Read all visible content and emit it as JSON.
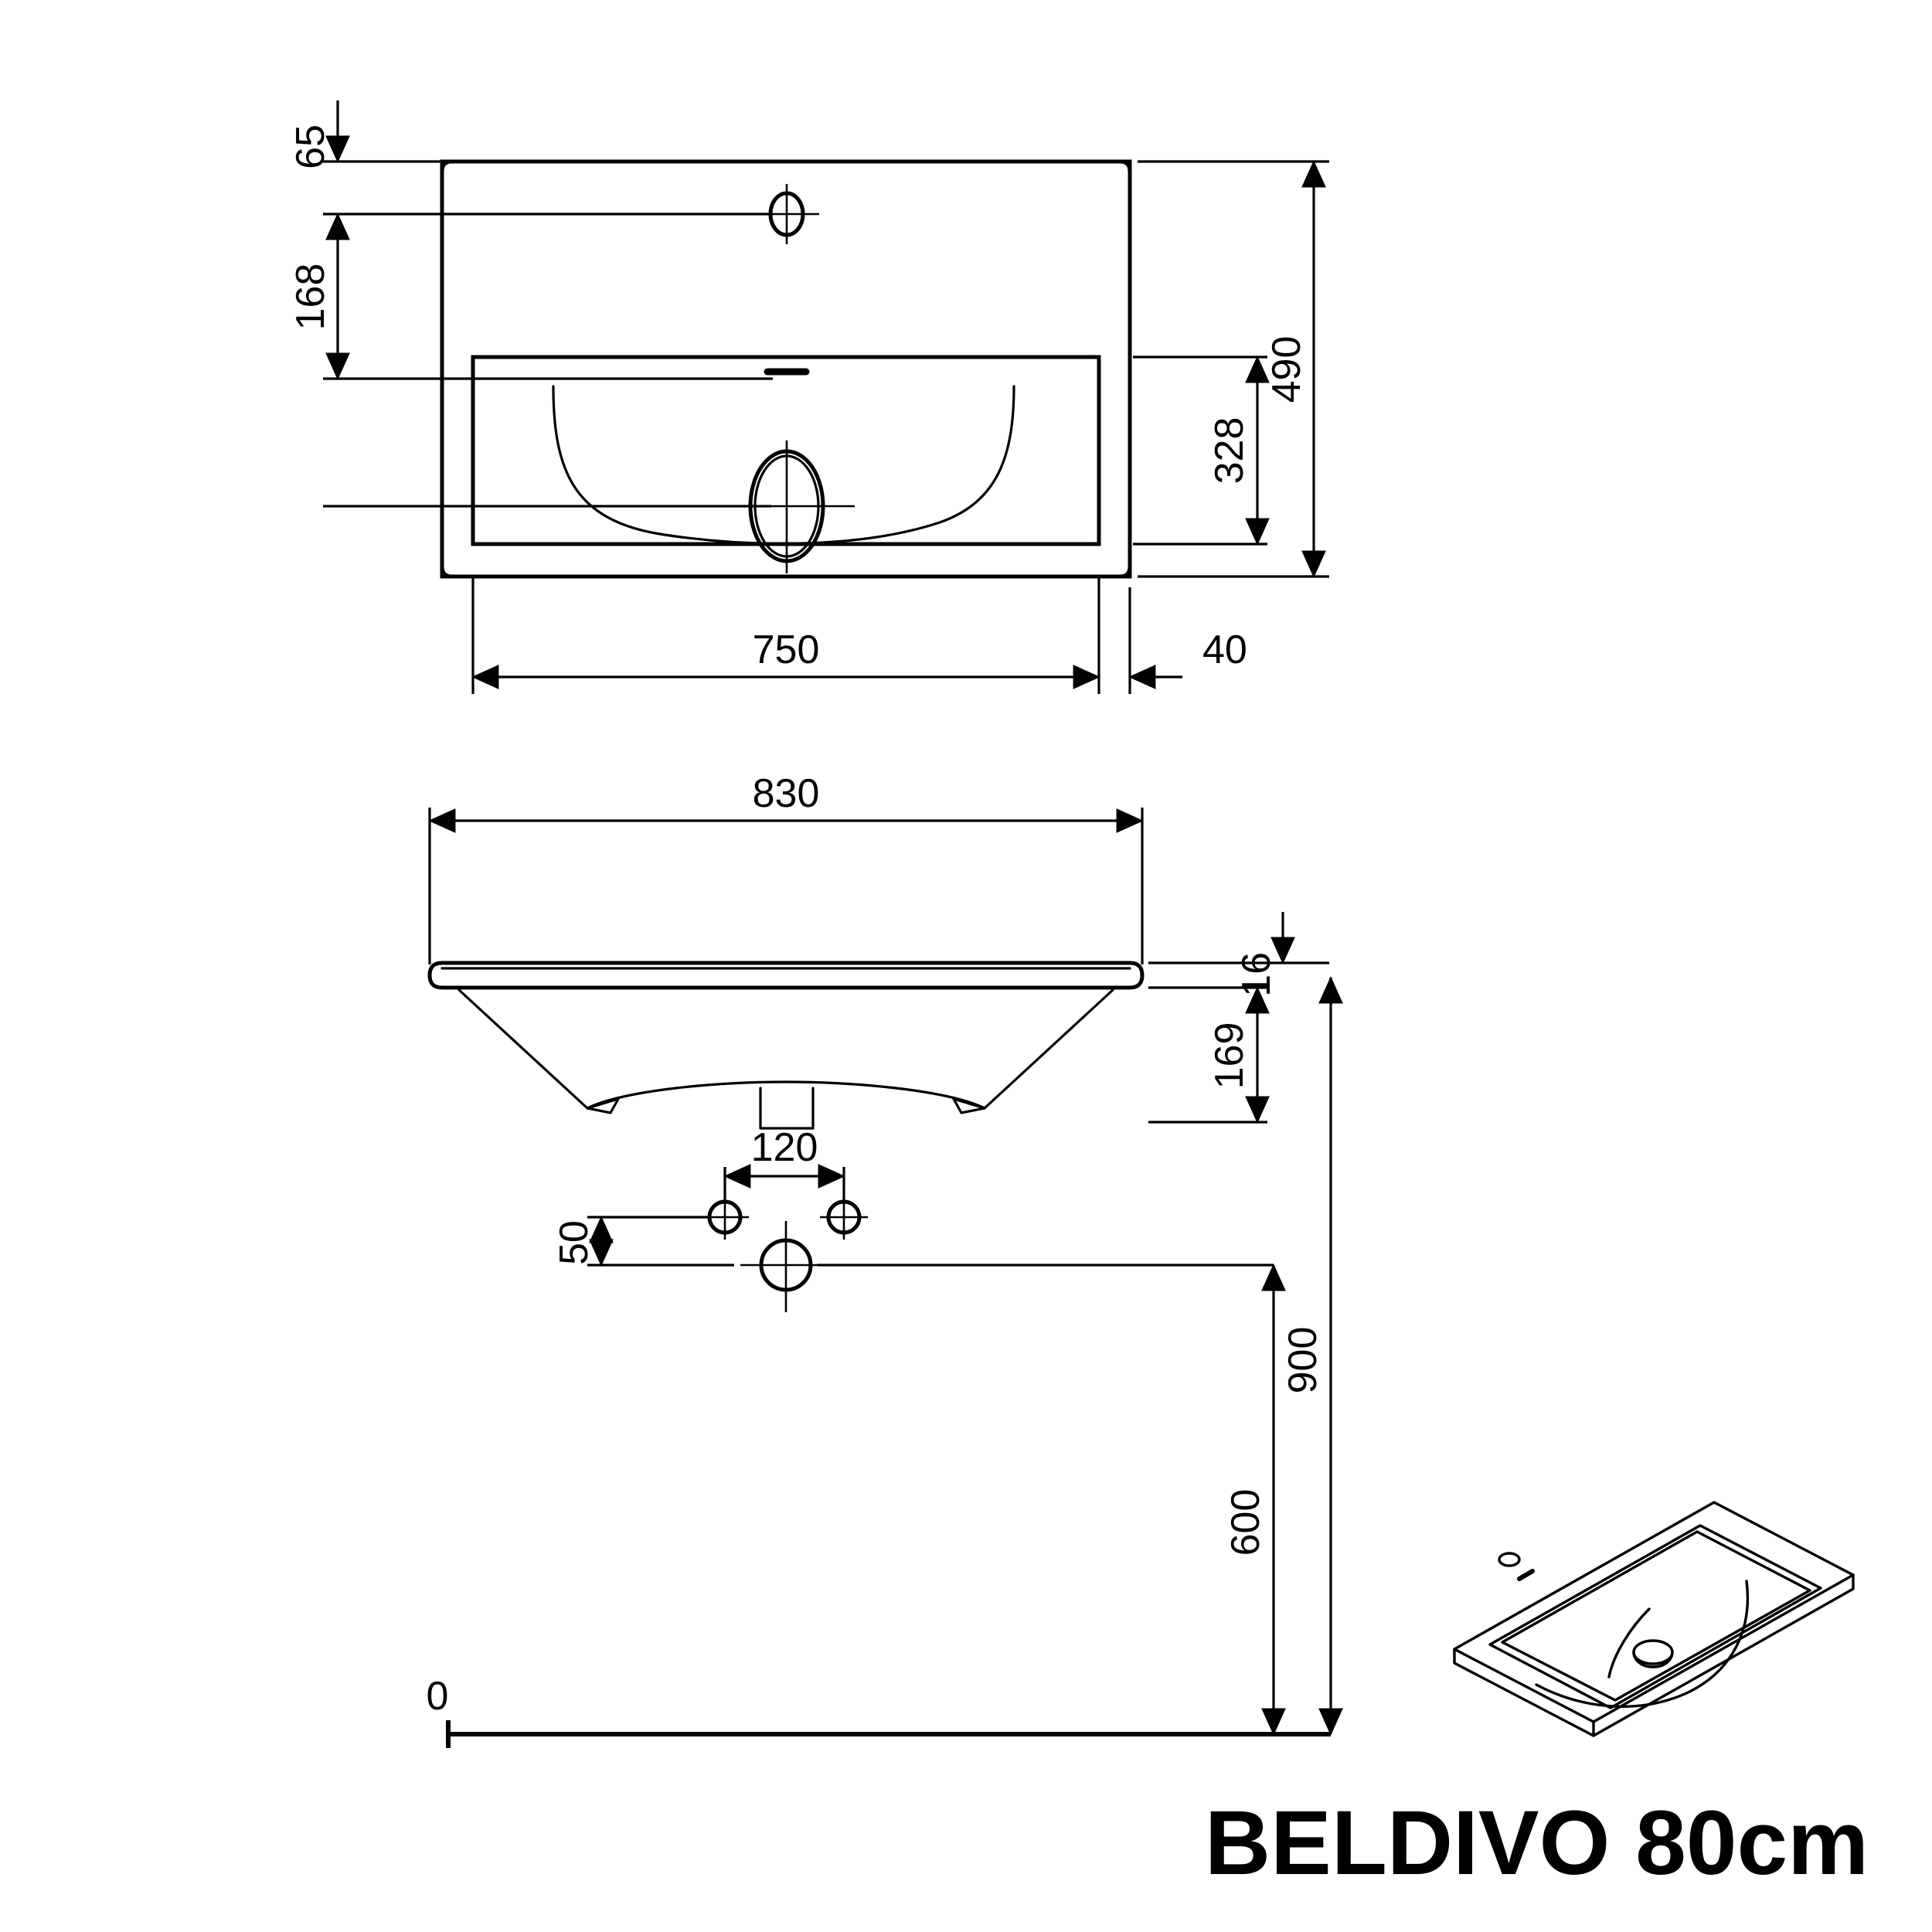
{
  "document": {
    "kind": "technical-drawing",
    "subject": "washbasin",
    "title": "BELDIVO 80cm",
    "units_note": "mm",
    "line_color": "#000000",
    "background_color": "#ffffff"
  },
  "title_block": {
    "product_name": "BELDIVO",
    "product_size": "80cm",
    "full_title": "BELDIVO 80cm"
  },
  "views": [
    {
      "id": "top-view",
      "name": "top-view"
    },
    {
      "id": "front-section-view",
      "name": "front-section-view"
    },
    {
      "id": "mounting-hole-view",
      "name": "mounting-hole-detail-view"
    },
    {
      "id": "isometric-view",
      "name": "isometric-product-view"
    }
  ],
  "dimensions": {
    "top_view": [
      {
        "id": "d-65",
        "label": "65",
        "orientation": "vertical",
        "view": "top-view",
        "meaning": "rim-edge-to-tap-hole-center"
      },
      {
        "id": "d-168",
        "label": "168",
        "orientation": "vertical",
        "view": "top-view",
        "meaning": "tap-hole-center-to-drain-center"
      },
      {
        "id": "d-328",
        "label": "328",
        "orientation": "vertical",
        "view": "top-view",
        "meaning": "inner-basin-depth"
      },
      {
        "id": "d-490",
        "label": "490",
        "orientation": "vertical",
        "view": "top-view",
        "meaning": "overall-depth"
      },
      {
        "id": "d-750",
        "label": "750",
        "orientation": "horizontal",
        "view": "top-view",
        "meaning": "inner-basin-width"
      },
      {
        "id": "d-40",
        "label": "40",
        "orientation": "horizontal",
        "view": "top-view",
        "meaning": "rim-offset"
      }
    ],
    "front_view": [
      {
        "id": "d-830",
        "label": "830",
        "orientation": "horizontal",
        "view": "front-section-view",
        "meaning": "overall-width"
      },
      {
        "id": "d-16",
        "label": "16",
        "orientation": "vertical",
        "view": "front-section-view",
        "meaning": "rim-thickness"
      },
      {
        "id": "d-169",
        "label": "169",
        "orientation": "vertical",
        "view": "front-section-view",
        "meaning": "bowl-depth"
      }
    ],
    "mounting": [
      {
        "id": "d-120",
        "label": "120",
        "orientation": "horizontal",
        "view": "mounting-hole-detail-view",
        "meaning": "wall-fixing-hole-spacing"
      },
      {
        "id": "d-50",
        "label": "50",
        "orientation": "vertical",
        "view": "mounting-hole-detail-view",
        "meaning": "fixing-hole-to-drain-axis"
      }
    ],
    "heights": [
      {
        "id": "d-900",
        "label": "900",
        "orientation": "vertical",
        "view": "elevation",
        "meaning": "rim-height-from-floor"
      },
      {
        "id": "d-600",
        "label": "600",
        "orientation": "vertical",
        "view": "elevation",
        "meaning": "drain-center-height-from-floor"
      },
      {
        "id": "d-0",
        "label": "0",
        "orientation": "datum",
        "view": "elevation",
        "meaning": "floor-datum-level"
      }
    ]
  },
  "features": {
    "tap_hole": "tap-hole",
    "overflow_slot": "overflow-slot",
    "drain_hole": "drain-hole",
    "fixing_holes": "wall-fixing-holes",
    "waste_outlet": "waste-outlet-stub"
  }
}
